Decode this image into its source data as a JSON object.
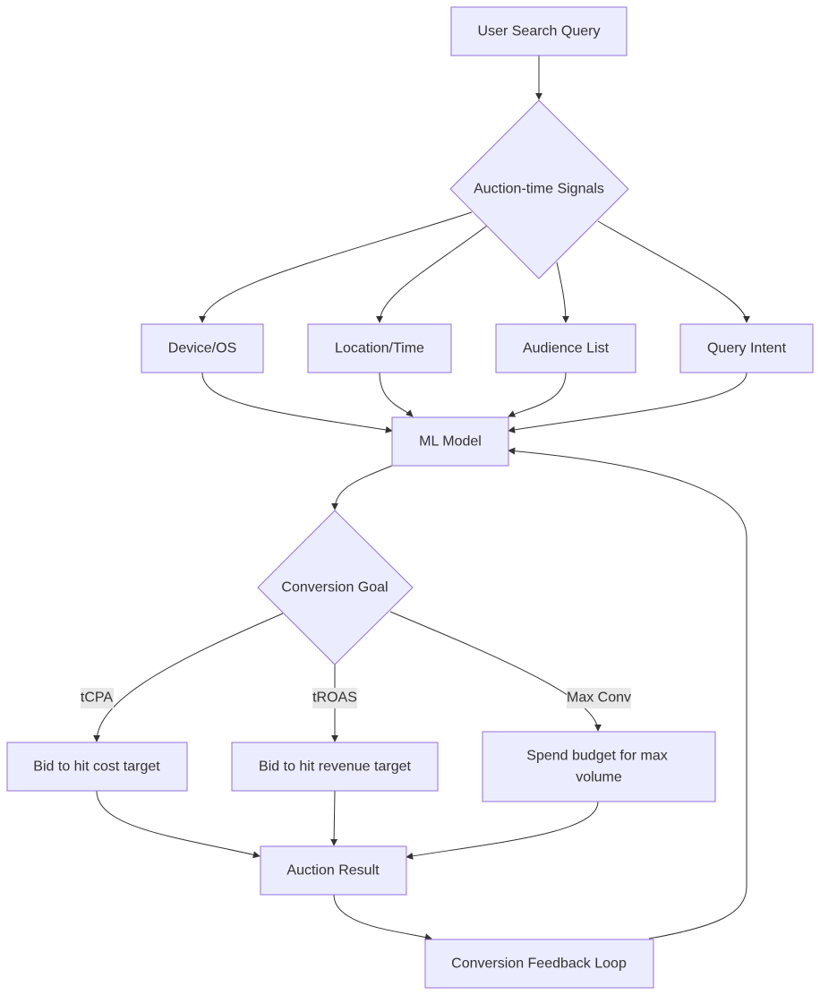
{
  "diagram": {
    "type": "flowchart",
    "colors": {
      "node_fill": "#ECECFF",
      "node_stroke": "#9370DB",
      "edge": "#333333",
      "label_bg": "#e8e8e8"
    },
    "nodes": {
      "user_search_query": "User Search Query",
      "auction_signals": "Auction-time Signals",
      "device_os": "Device/OS",
      "location_time": "Location/Time",
      "audience_list": "Audience List",
      "query_intent": "Query Intent",
      "ml_model": "ML Model",
      "conversion_goal": "Conversion Goal",
      "bid_cost_target": "Bid to hit cost target",
      "bid_revenue_target": "Bid to hit revenue target",
      "spend_budget_line1": "Spend budget for max",
      "spend_budget_line2": "volume",
      "auction_result": "Auction Result",
      "conversion_feedback": "Conversion Feedback Loop"
    },
    "edge_labels": {
      "tcpa": "tCPA",
      "troas": "tROAS",
      "max_conv": "Max Conv"
    },
    "edges": [
      [
        "user_search_query",
        "auction_signals"
      ],
      [
        "auction_signals",
        "device_os"
      ],
      [
        "auction_signals",
        "location_time"
      ],
      [
        "auction_signals",
        "audience_list"
      ],
      [
        "auction_signals",
        "query_intent"
      ],
      [
        "device_os",
        "ml_model"
      ],
      [
        "location_time",
        "ml_model"
      ],
      [
        "audience_list",
        "ml_model"
      ],
      [
        "query_intent",
        "ml_model"
      ],
      [
        "ml_model",
        "conversion_goal"
      ],
      [
        "conversion_goal",
        "bid_cost_target",
        "tcpa"
      ],
      [
        "conversion_goal",
        "bid_revenue_target",
        "troas"
      ],
      [
        "conversion_goal",
        "spend_budget",
        "max_conv"
      ],
      [
        "bid_cost_target",
        "auction_result"
      ],
      [
        "bid_revenue_target",
        "auction_result"
      ],
      [
        "spend_budget",
        "auction_result"
      ],
      [
        "auction_result",
        "conversion_feedback"
      ],
      [
        "conversion_feedback",
        "ml_model"
      ]
    ]
  }
}
